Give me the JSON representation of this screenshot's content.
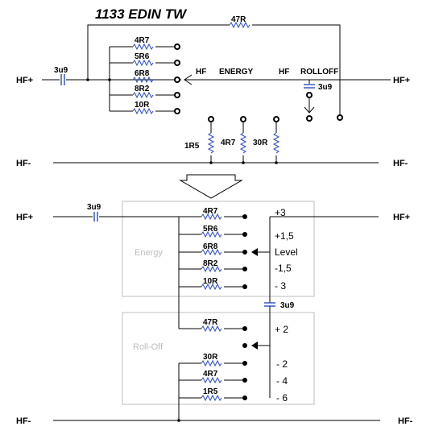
{
  "title": "1133 EDIN TW",
  "rails": {
    "hf_plus": "HF+",
    "hf_minus": "HF-"
  },
  "top": {
    "series_cap": "3u9",
    "bridge_res": "47R",
    "energy_resistors": [
      "4R7",
      "5R6",
      "6R8",
      "8R2",
      "10R"
    ],
    "switch_hf": "HF",
    "switch_energy": "ENERGY",
    "switch_hf2": "HF",
    "switch_rolloff": "ROLLOFF",
    "rolloff_cap": "3u9",
    "shunt_resistors": [
      "1R5",
      "4R7",
      "30R"
    ]
  },
  "bottom": {
    "series_cap": "3u9",
    "energy_box": "Energy",
    "energy_resistors": [
      "4R7",
      "5R6",
      "6R8",
      "8R2",
      "10R"
    ],
    "levels_energy": [
      "+3",
      "+1,5",
      "Level",
      "-1,5",
      "- 3"
    ],
    "mid_cap": "3u9",
    "rolloff_box": "Roll-Off",
    "rolloff_top_res": "47R",
    "level_rolloff_top": "+ 2",
    "rolloff_resistors": [
      "30R",
      "4R7",
      "1R5"
    ],
    "levels_rolloff": [
      "- 2",
      "- 4",
      "- 6"
    ]
  }
}
